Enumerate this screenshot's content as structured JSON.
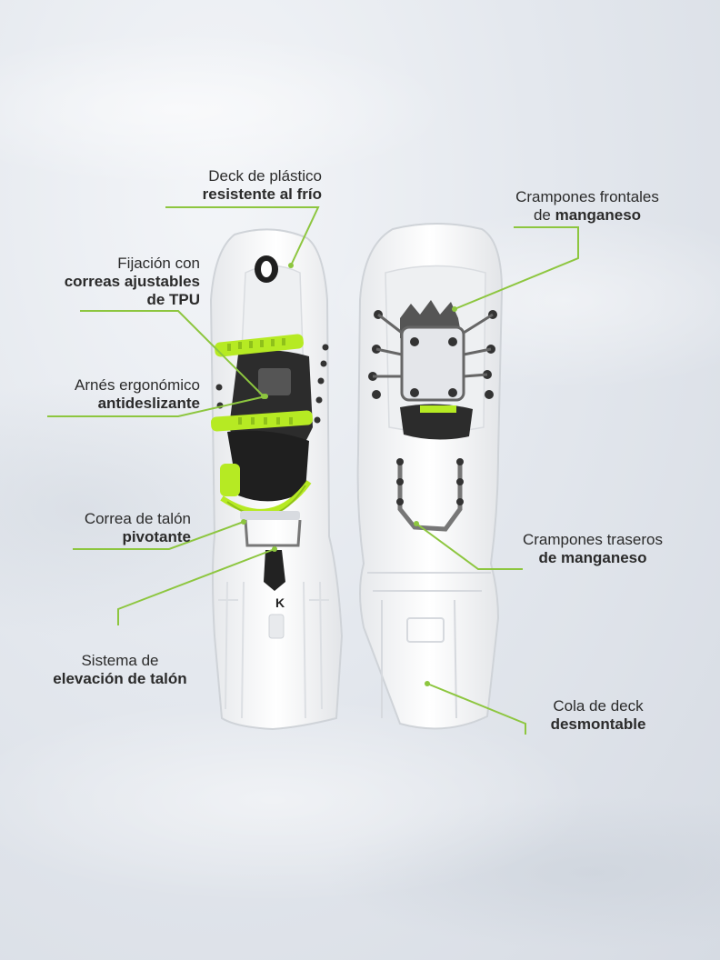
{
  "colors": {
    "accent": "#8dc63f",
    "snowshoe": "#f7f8f9",
    "binding": "#2a2a2a",
    "strap": "#b6ea23"
  },
  "labels": {
    "deck": {
      "line1": "Deck de plástico",
      "line2": "resistente al frío"
    },
    "fijacion": {
      "line1": "Fijación con",
      "line2": "correas ajustables",
      "line3": "de TPU"
    },
    "arnes": {
      "line1": "Arnés ergonómico",
      "line2": "antideslizante"
    },
    "correa": {
      "line1": "Correa de talón",
      "line2": "pivotante"
    },
    "sistema": {
      "line1": "Sistema de",
      "line2": "elevación de talón"
    },
    "frontales": {
      "line1": "Crampones frontales",
      "line2a": "de ",
      "line2b": "manganeso"
    },
    "traseros": {
      "line1": "Crampones traseros",
      "line2": "de manganeso"
    },
    "cola": {
      "line1": "Cola de deck",
      "line2": "desmontable"
    }
  },
  "brand_mark": "K"
}
